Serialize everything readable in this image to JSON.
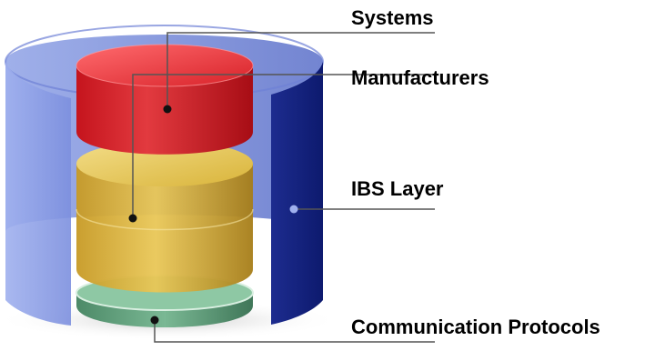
{
  "diagram": {
    "labels": {
      "systems": "Systems",
      "manufacturers": "Manufacturers",
      "ibs_layer": "IBS Layer",
      "communication_protocols": "Communication Protocols"
    },
    "colors": {
      "outer_cylinder": "#2a3fa8",
      "systems_disc": "#d8222a",
      "manufacturers_cylinder": "#d9b43a",
      "protocol_disc": "#5e9a78",
      "leader_line": "#555555"
    }
  }
}
